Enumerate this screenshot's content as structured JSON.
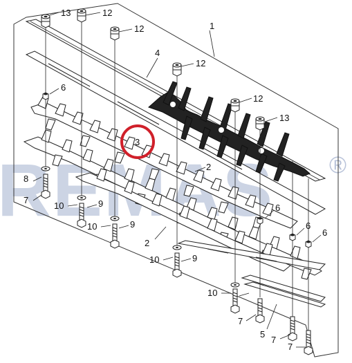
{
  "watermark": {
    "text": "REMAS",
    "registered": "®"
  },
  "highlight": {
    "label": "3",
    "color": "#d0202a"
  },
  "callouts": {
    "c1": "1",
    "c2a": "2",
    "c2b": "2",
    "c3": "3",
    "c4": "4",
    "c5": "5",
    "c6a": "6",
    "c6b": "6",
    "c6c": "6",
    "c6d": "6",
    "c7a": "7",
    "c7b": "7",
    "c7c": "7",
    "c7d": "7",
    "c8": "8",
    "c9a": "9",
    "c9b": "9",
    "c9c": "9",
    "c10a": "10",
    "c10b": "10",
    "c10c": "10",
    "c10d": "10",
    "c12a": "12",
    "c12b": "12",
    "c12c": "12",
    "c12d": "12",
    "c13a": "13",
    "c13b": "13"
  }
}
